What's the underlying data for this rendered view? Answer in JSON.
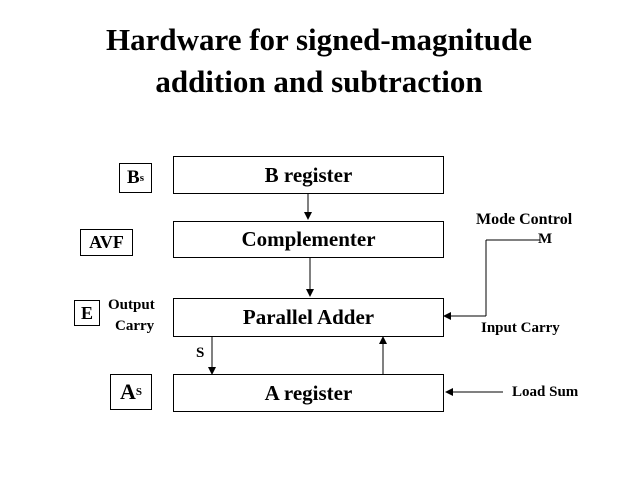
{
  "title": {
    "line1": "Hardware for signed-magnitude",
    "line2": "addition and subtraction"
  },
  "blocks": {
    "b_register": "B register",
    "complementer": "Complementer",
    "parallel_adder": "Parallel Adder",
    "a_register": "A register"
  },
  "flags": {
    "bs_main": "B",
    "bs_sub": "s",
    "avf": "AVF",
    "e": "E",
    "as_main": "A",
    "as_sub": "S"
  },
  "labels": {
    "output": "Output",
    "carry": "Carry",
    "s": "S",
    "mode_control": "Mode Control",
    "m": "M",
    "input_carry": "Input Carry",
    "load_sum": "Load Sum"
  }
}
